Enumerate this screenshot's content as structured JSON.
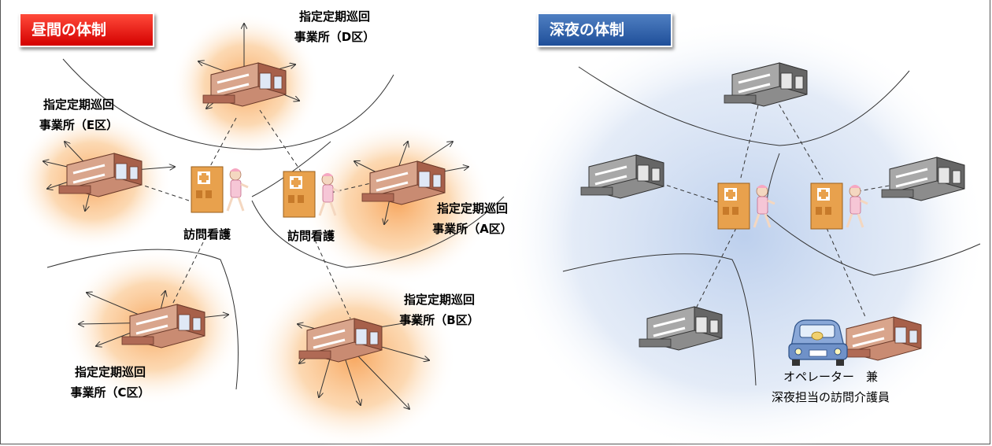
{
  "day": {
    "title": "昼間の体制",
    "offices": [
      {
        "line1": "指定定期巡回",
        "line2": "事業所（D区）"
      },
      {
        "line1": "指定定期巡回",
        "line2": "事業所（E区）"
      },
      {
        "line1": "指定定期巡回",
        "line2": "事業所（A区）"
      },
      {
        "line1": "指定定期巡回",
        "line2": "事業所（B区）"
      },
      {
        "line1": "指定定期巡回",
        "line2": "事業所（C区）"
      }
    ],
    "nursing": [
      "訪問看護",
      "訪問看護"
    ]
  },
  "night": {
    "title": "深夜の体制",
    "operator_line1": "オペレーター　兼",
    "operator_line2": "深夜担当の訪問介護員"
  },
  "colors": {
    "day_badge": "#e00000",
    "night_badge": "#2f5fa8",
    "glow_day": "#f7a45a",
    "glow_night": "#b9cdec",
    "building_brown": "#b06a55",
    "building_gray": "#777777"
  },
  "icons": [
    "building-icon",
    "clinic-icon",
    "nurse-icon",
    "car-icon"
  ]
}
